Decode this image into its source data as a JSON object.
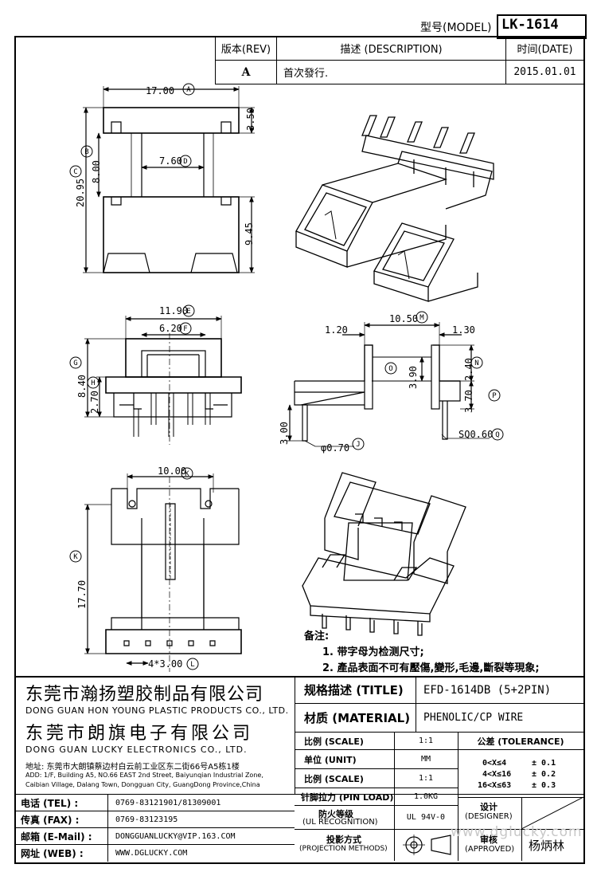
{
  "header": {
    "model_label": "型号(MODEL)",
    "model_value": "LK-1614"
  },
  "revision": {
    "headers": {
      "rev": "版本(REV)",
      "description": "描述 (DESCRIPTION)",
      "date": "时间(DATE)"
    },
    "rows": [
      {
        "rev": "A",
        "description": "首次發行.",
        "date": "2015.01.01"
      }
    ]
  },
  "dimensions": {
    "A": "17.00",
    "B": "8.00",
    "C": "20.95",
    "D": "7.60",
    "top_height": "3.50",
    "bottom_height": "9.45",
    "E": "11.90",
    "F": "6.20",
    "G": "8.40",
    "H": "2.70",
    "M": "10.50",
    "left_gap": "1.20",
    "right_gap": "1.30",
    "O": "3.90",
    "N": "2.40",
    "P": "3.70",
    "pin_length": "3.00",
    "J_pin_dia": "φ0.70",
    "Q_pin_sq": "SQ0.60",
    "K_width": "10.00",
    "K": "17.70",
    "L": "4*3.00"
  },
  "callouts": [
    "A",
    "B",
    "C",
    "D",
    "E",
    "F",
    "G",
    "H",
    "M",
    "N",
    "O",
    "P",
    "J",
    "Q",
    "K",
    "L"
  ],
  "notes": {
    "title": "备注:",
    "items": [
      "1. 带字母为检测尺寸;",
      "2. 產品表面不可有壓傷,變形,毛邊,斷裂等現象;"
    ]
  },
  "company": {
    "name1_cn": "东莞市瀚扬塑胶制品有限公司",
    "name1_en": "DONG GUAN HON YOUNG PLASTIC PRODUCTS CO., LTD.",
    "name2_cn": "东莞市朗旗电子有限公司",
    "name2_en": "DONG GUAN LUCKY ELECTRONICS CO., LTD.",
    "address_cn": "地址: 东莞市大朗镇蔡边村白云前工业区东二街66号A5栋1楼",
    "address_en1": "ADD: 1/F, Building A5, NO.66 EAST 2nd Street, Baiyunqian Industrial Zone,",
    "address_en2": "Caibian Village, Dalang Town, Dongguan City, GuangDong Province,China"
  },
  "contact": [
    {
      "label": "电话 (TEL) :",
      "value": "0769-83121901/81309001"
    },
    {
      "label": "传真 (FAX) :",
      "value": "0769-83123195"
    },
    {
      "label": "邮箱 (E-Mail) :",
      "value": "DONGGUANLUCKY@VIP.163.COM"
    },
    {
      "label": "网址 (WEB) :",
      "value": "WWW.DGLUCKY.COM"
    }
  ],
  "spec": {
    "title_label": "规格描述 (TITLE)",
    "title_value": "EFD-1614DB (5+2PIN)",
    "material_label": "材质 (MATERIAL)",
    "material_value": "PHENOLIC/CP WIRE",
    "scale_label": "比例 (SCALE)",
    "scale_value": "1:1",
    "unit_label": "单位 (UNIT)",
    "unit_value": "MM",
    "scale2_label": "比例 (SCALE)",
    "scale2_value": "1:1",
    "pin_load_label": "针脚拉力 (PIN LOAD)",
    "pin_load_value": "1.0KG",
    "fire_label1": "防火等级",
    "fire_label2": "(UL RECOGNITION)",
    "fire_value": "UL 94V-0",
    "proj_label1": "投影方式",
    "proj_label2": "(PROJECTION METHODS)",
    "tolerance_label": "公差 (TOLERANCE)",
    "tolerance_rows": [
      {
        "range": "0<X≤4",
        "value": "± 0.1"
      },
      {
        "range": "4<X≤16",
        "value": "± 0.2"
      },
      {
        "range": "16<X≤63",
        "value": "± 0.3"
      }
    ],
    "designer_label1": "设计",
    "designer_label2": "(DESIGNER)",
    "approved_label1": "审核",
    "approved_label2": "(APPROVED)",
    "approver_name": "杨炳林"
  },
  "watermark": "www.dglucky.com"
}
